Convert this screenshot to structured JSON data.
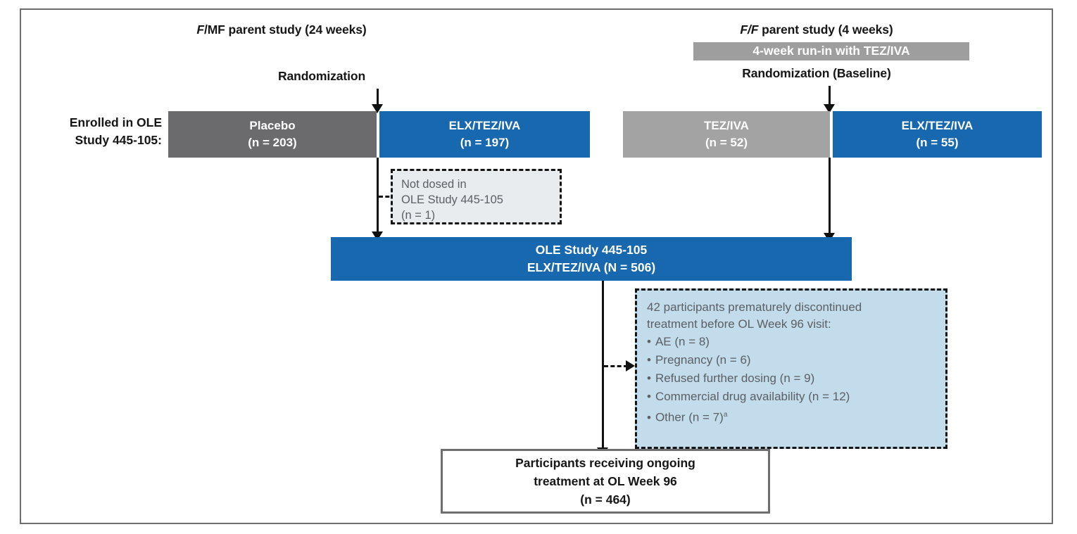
{
  "diagram": {
    "title": "OLE Study 445-105 participant flow diagram",
    "headers": {
      "left_study_pre": "F",
      "left_study_post": "/MF parent study (24 weeks)",
      "left_randomization": "Randomization",
      "right_study_pre": "F/F",
      "right_study_post": " parent study (4 weeks)",
      "right_runin": "4-week run-in with TEZ/IVA",
      "right_randomization": "Randomization (Baseline)"
    },
    "enrolled_label_line1": "Enrolled in OLE",
    "enrolled_label_line2": "Study 445-105:",
    "arms": [
      {
        "name": "placebo",
        "label": "Placebo",
        "n": "(n = 203)",
        "color": "#6b6b6d"
      },
      {
        "name": "elx-tez-iva-fmf",
        "label": "ELX/TEZ/IVA",
        "n": "(n = 197)",
        "color": "#1868b0"
      },
      {
        "name": "tez-iva",
        "label": "TEZ/IVA",
        "n": "(n = 52)",
        "color": "#a3a3a3"
      },
      {
        "name": "elx-tez-iva-ff",
        "label": "ELX/TEZ/IVA",
        "n": "(n = 55)",
        "color": "#1868b0"
      }
    ],
    "not_dosed_box": {
      "line1": "Not dosed in",
      "line2": "OLE Study 445-105",
      "line3": "(n = 1)"
    },
    "ole_bar": {
      "line1": "OLE Study 445-105",
      "line2": "ELX/TEZ/IVA (N = 506)"
    },
    "discontinued_box": {
      "intro_line1": "42 participants prematurely discontinued",
      "intro_line2": "treatment before OL Week 96 visit:",
      "reasons": [
        "AE (n = 8)",
        "Pregnancy (n = 6)",
        "Refused further dosing (n = 9)",
        "Commercial drug availability (n = 12)"
      ],
      "other_text": "Other (n = 7)",
      "other_footnote": "a"
    },
    "final_box": {
      "line1": "Participants receiving ongoing",
      "line2": "treatment at OL Week 96",
      "line3": "(n = 464)"
    },
    "colors": {
      "blue": "#1868b0",
      "dark_gray": "#6b6b6d",
      "mid_gray": "#a3a3a3",
      "banner_gray": "#9e9e9e",
      "light_blue_fill": "#c3dcec",
      "light_gray_fill": "#e8ecef"
    }
  }
}
